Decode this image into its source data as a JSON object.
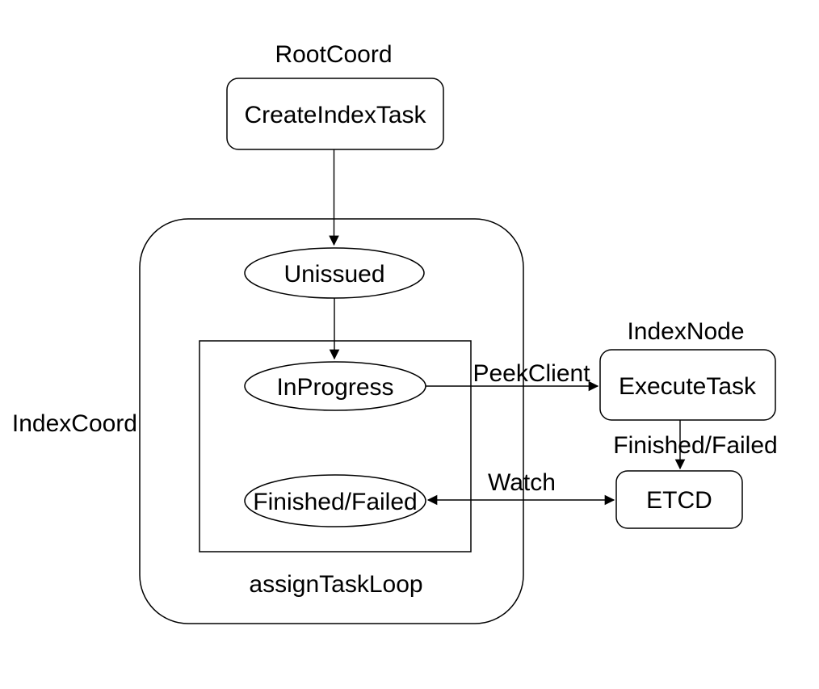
{
  "diagram": {
    "background_color": "#ffffff",
    "stroke_color": "#000000",
    "text_color": "#000000",
    "group_labels": {
      "root_coord": "RootCoord",
      "index_coord": "IndexCoord",
      "index_node": "IndexNode",
      "assign_task_loop": "assignTaskLoop"
    },
    "nodes": {
      "create_index_task": {
        "label": "CreateIndexTask",
        "shape": "rounded-rect"
      },
      "unissued": {
        "label": "Unissued",
        "shape": "ellipse"
      },
      "in_progress": {
        "label": "InProgress",
        "shape": "ellipse"
      },
      "finished_failed_state": {
        "label": "Finished/Failed",
        "shape": "ellipse"
      },
      "execute_task": {
        "label": "ExecuteTask",
        "shape": "rounded-rect"
      },
      "etcd": {
        "label": "ETCD",
        "shape": "rounded-rect"
      }
    },
    "edges": {
      "create_to_unissued": {
        "label": "",
        "from": "CreateIndexTask",
        "to": "Unissued"
      },
      "unissued_to_inprogress": {
        "label": "",
        "from": "Unissued",
        "to": "InProgress"
      },
      "peek_client": {
        "label": "PeekClient",
        "from": "InProgress",
        "to": "ExecuteTask"
      },
      "finished_failed_edge": {
        "label": "Finished/Failed",
        "from": "ExecuteTask",
        "to": "ETCD"
      },
      "watch": {
        "label": "Watch",
        "from": "ETCD",
        "to": "Finished/Failed",
        "bidirectional": true
      }
    }
  }
}
